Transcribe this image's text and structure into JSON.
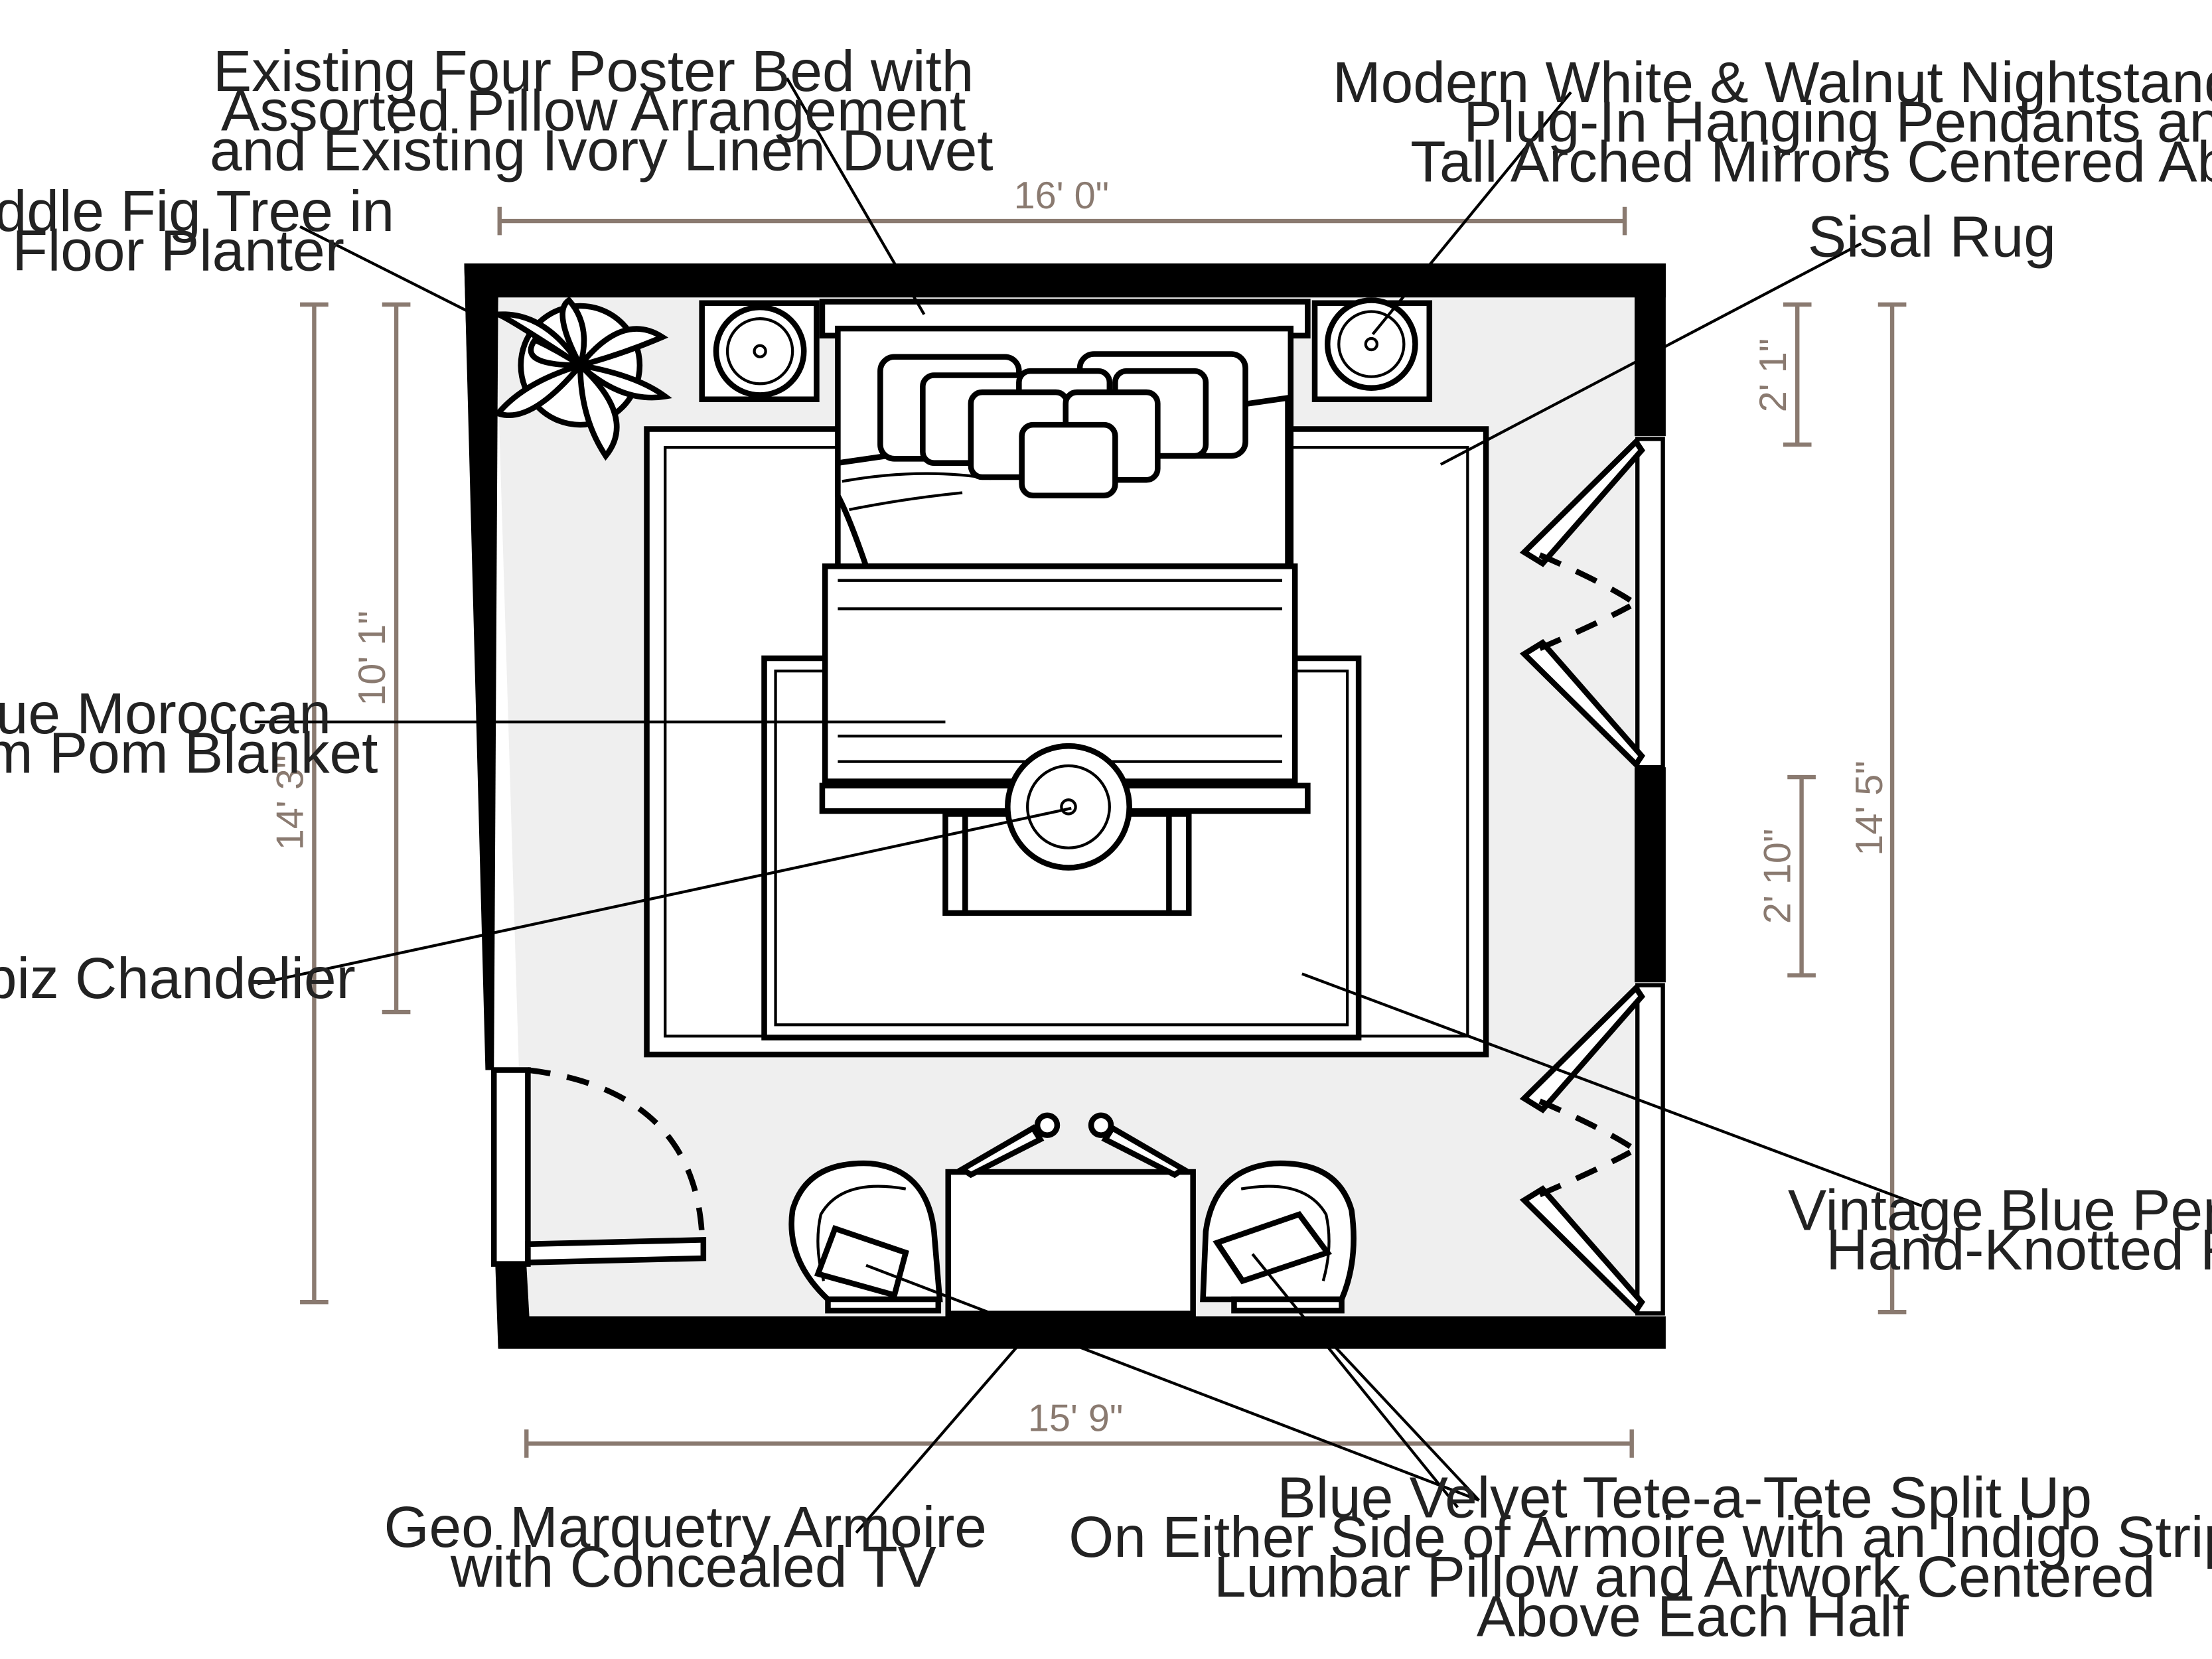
{
  "colors": {
    "floor": "#efefef",
    "wall": "#000000",
    "dimension": "#8a7a70",
    "text": "#222222"
  },
  "labels": {
    "bed": [
      "Existing Four Poster Bed with",
      "Assorted Pillow Arrangement",
      "and Existing Ivory Linen Duvet"
    ],
    "nightstands": [
      "Modern White & Walnut Nightstands with",
      "Plug-In Hanging Pendants and",
      "Tall Arched Mirrors Centered Above"
    ],
    "fig_tree": [
      "Fiddle Fig Tree in",
      "Floor Planter"
    ],
    "sisal_rug": [
      "Sisal Rug"
    ],
    "blanket": [
      "Blue Moroccan",
      "Pom Pom Blanket"
    ],
    "chandelier": [
      "Capiz Chandelier"
    ],
    "persian_rug": [
      "Vintage Blue Persian",
      "Hand-Knotted Rug"
    ],
    "armoire": [
      "Geo Marquetry Armoire",
      "with Concealed TV"
    ],
    "tete_a_tete": [
      "Blue Velvet Tete-a-Tete Split Up",
      "On Either Side of Armoire with an Indigo Striped",
      "Lumbar Pillow and Artwork Centered",
      "Above Each Half"
    ]
  },
  "dimensions": {
    "top_width": "16' 0\"",
    "bottom_width": "15' 9\"",
    "left_total": "14' 3\"",
    "left_inner": "10' 1\"",
    "right_total": "14' 5\"",
    "right_upper": "2' 1\"",
    "right_lower": "2' 10\""
  }
}
